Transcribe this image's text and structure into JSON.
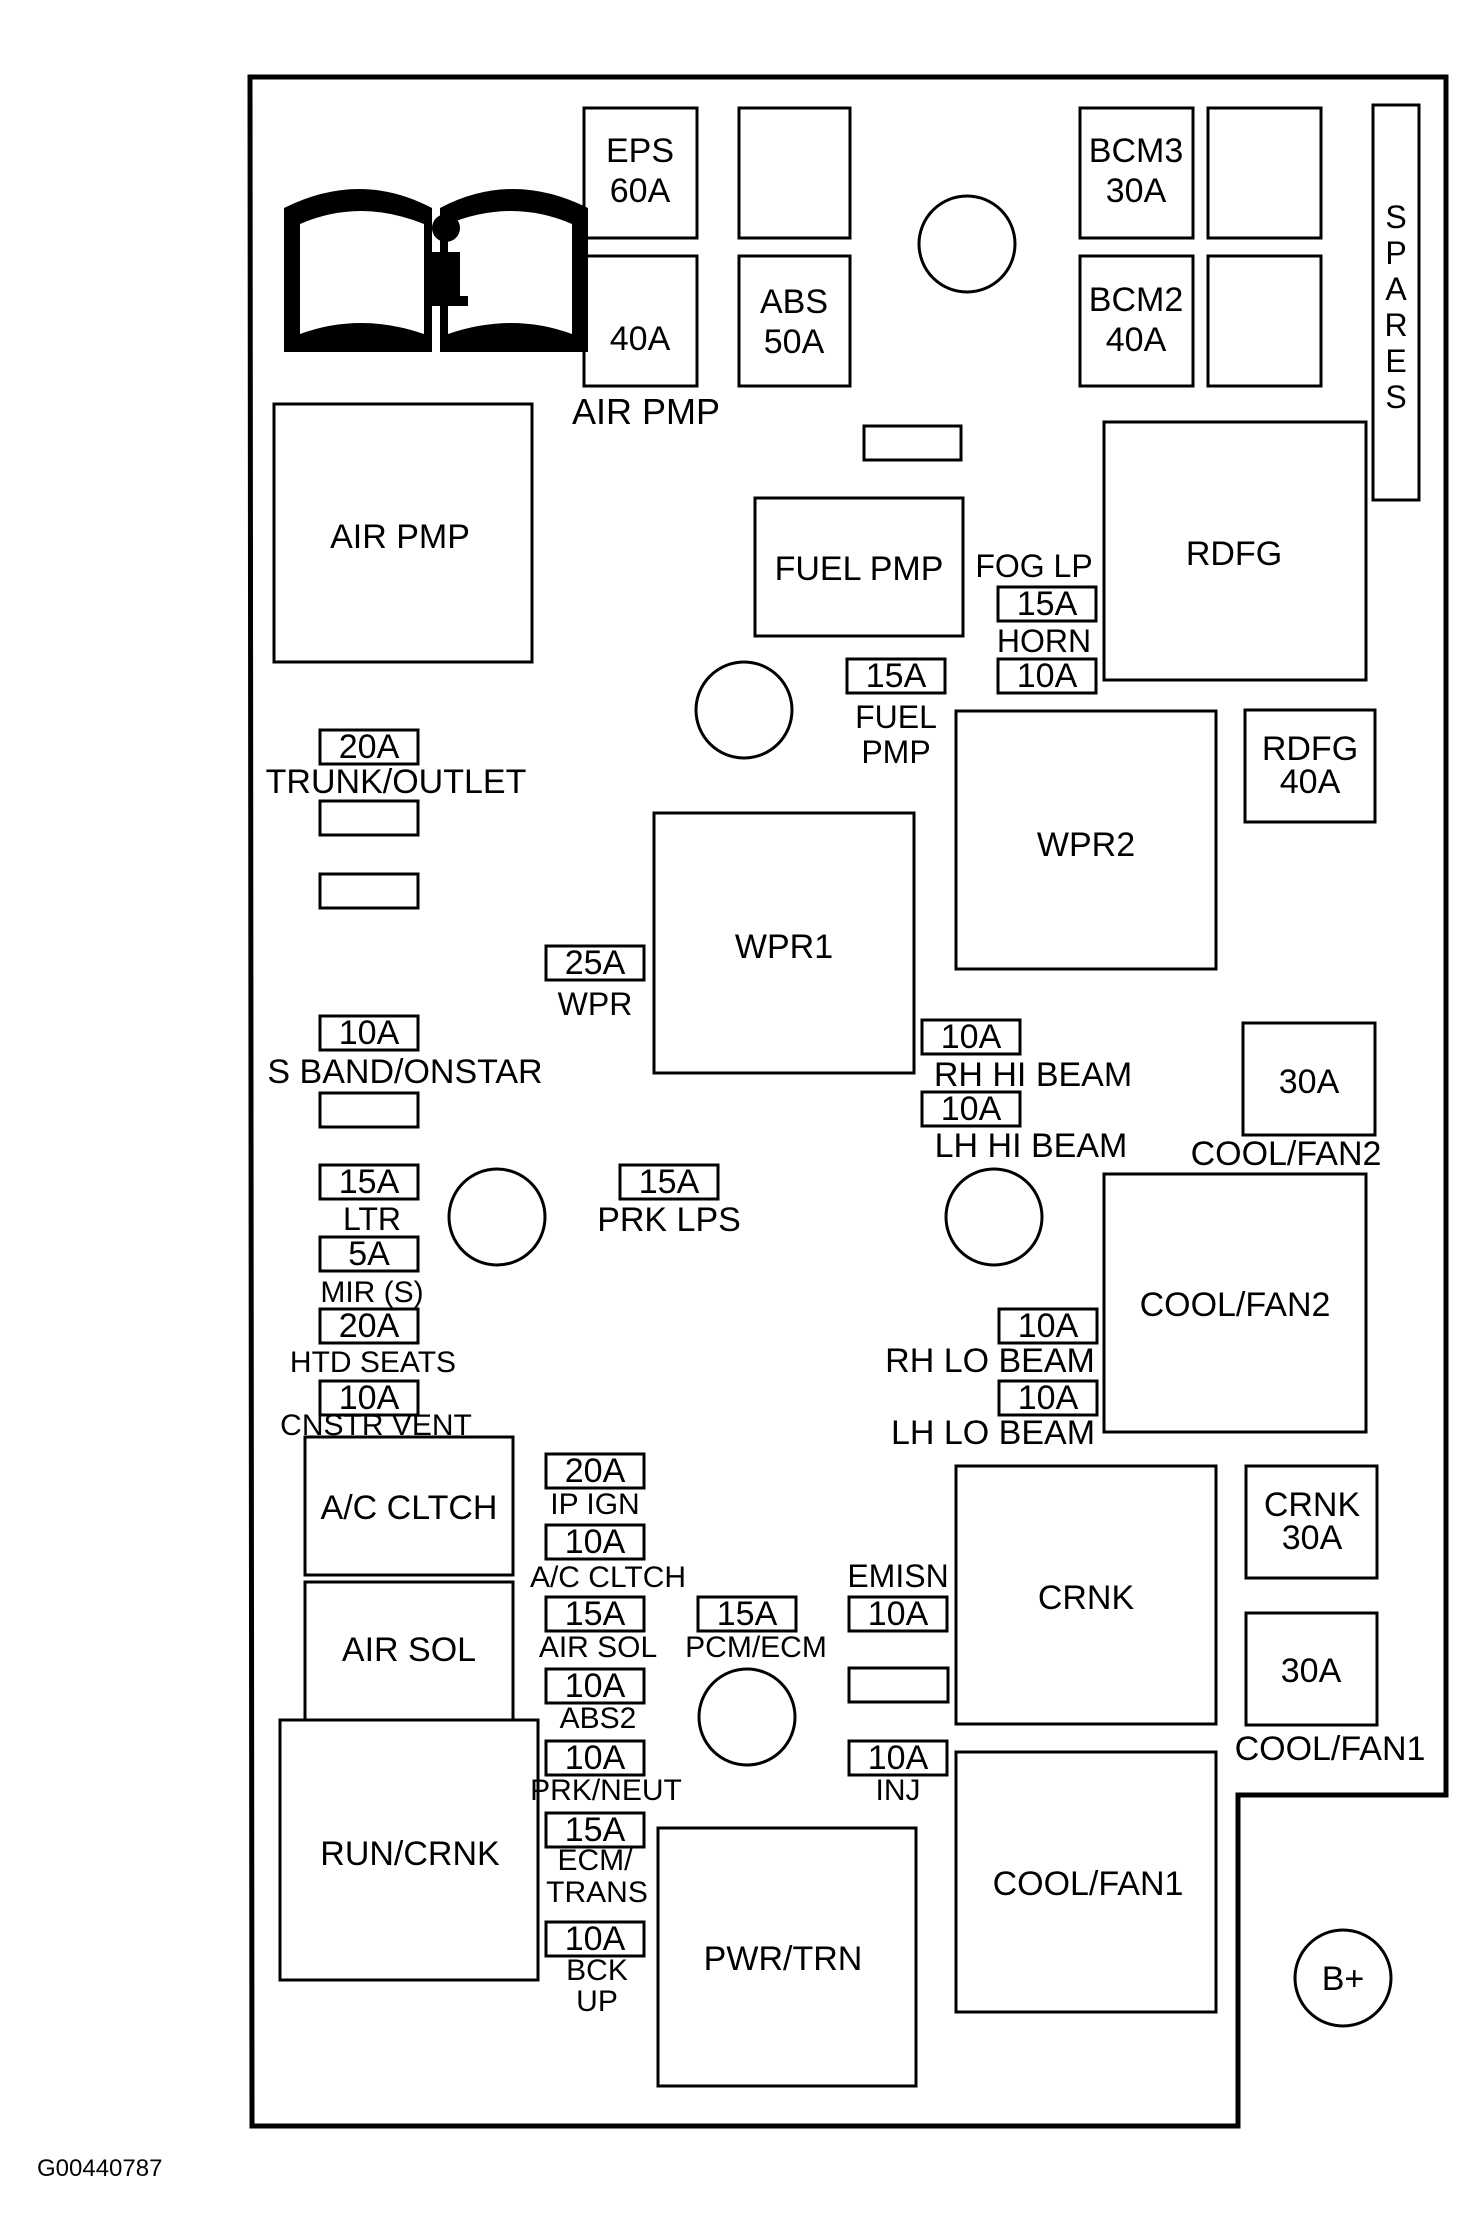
{
  "labels": {
    "eps": [
      "EPS",
      "60A"
    ],
    "air_pmp_fuse_value": "40A",
    "air_pmp_fuse_label": "AIR PMP",
    "abs": [
      "ABS",
      "50A"
    ],
    "bcm3": [
      "BCM3",
      "30A"
    ],
    "bcm2": [
      "BCM2",
      "40A"
    ],
    "spares": "SPARES",
    "air_pmp_relay": "AIR PMP",
    "fuel_pmp_relay": "FUEL PMP",
    "fog_lp": "FOG LP",
    "fog_lp_value": "15A",
    "horn": "HORN",
    "horn_value": "10A",
    "rdfg_relay": "RDFG",
    "fuel_pmp_fuse_value": "15A",
    "fuel_pmp_fuse_label": [
      "FUEL",
      "PMP"
    ],
    "rdfg_fuse": [
      "RDFG",
      "40A"
    ],
    "trunk_outlet_value": "20A",
    "trunk_outlet": "TRUNK/OUTLET",
    "wpr2": "WPR2",
    "wpr1": "WPR1",
    "wpr_value": "25A",
    "wpr": "WPR",
    "s_band_value": "10A",
    "s_band": "S BAND/ONSTAR",
    "rh_hi_value": "10A",
    "rh_hi": "RH HI BEAM",
    "lh_hi_value": "10A",
    "lh_hi": "LH HI BEAM",
    "cool_fan2_fuse_value": "30A",
    "cool_fan2_fuse_label": "COOL/FAN2",
    "ltr_value": "15A",
    "ltr": "LTR",
    "prk_lps_value": "15A",
    "prk_lps": "PRK LPS",
    "mir_value": "5A",
    "mir": "MIR (S)",
    "htd_value": "20A",
    "htd": "HTD SEATS",
    "cnstr_value": "10A",
    "cnstr": "CNSTR VENT",
    "cool_fan2_relay": "COOL/FAN2",
    "rh_lo_value": "10A",
    "rh_lo": "RH LO BEAM",
    "lh_lo_value": "10A",
    "lh_lo": "LH LO BEAM",
    "ac_cltch_relay": "A/C CLTCH",
    "ip_ign_value": "20A",
    "ip_ign": "IP IGN",
    "ac_cltch_value": "10A",
    "ac_cltch": "A/C CLTCH",
    "crnk_relay": "CRNK",
    "crnk_fuse": [
      "CRNK",
      "30A"
    ],
    "air_sol_relay": "AIR SOL",
    "air_sol_value": "15A",
    "air_sol": "AIR SOL",
    "pcm_value": "15A",
    "pcm": "PCM/ECM",
    "emisn": "EMISN",
    "emisn_value": "10A",
    "cool_fan1_fuse_value": "30A",
    "cool_fan1_fuse_label": "COOL/FAN1",
    "abs2_value": "10A",
    "abs2": "ABS2",
    "prk_value": "10A",
    "prk": "PRK/NEUT",
    "inj_value": "10A",
    "inj": "INJ",
    "run_crnk": "RUN/CRNK",
    "ecm_value": "15A",
    "ecm": [
      "ECM/",
      "TRANS"
    ],
    "cool_fan1_relay": "COOL/FAN1",
    "bck_value": "10A",
    "bck": [
      "BCK",
      "UP"
    ],
    "pwr_trn": "PWR/TRN",
    "b_plus": "B+",
    "figure_id": "G00440787"
  },
  "icons": {
    "info": "info-book-icon"
  }
}
